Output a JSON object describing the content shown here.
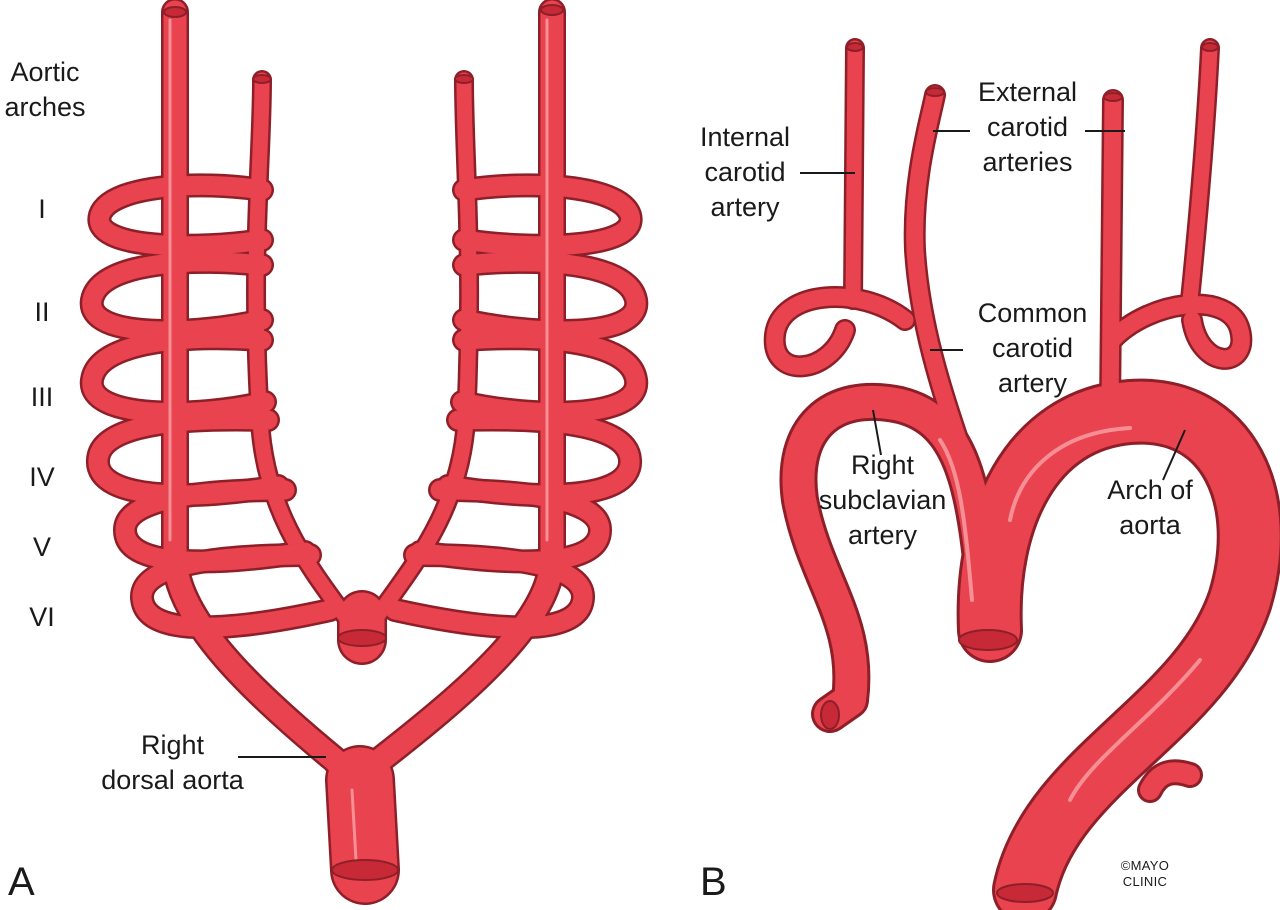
{
  "panel_a": {
    "letter": "A",
    "title_line1": "Aortic",
    "title_line2": "arches",
    "arches": [
      "I",
      "II",
      "III",
      "IV",
      "V",
      "VI"
    ],
    "dorsal_aorta_line1": "Right",
    "dorsal_aorta_line2": "dorsal aorta"
  },
  "panel_b": {
    "letter": "B",
    "internal_carotid": [
      "Internal",
      "carotid",
      "artery"
    ],
    "external_carotid": [
      "External",
      "carotid",
      "arteries"
    ],
    "common_carotid": [
      "Common",
      "carotid",
      "artery"
    ],
    "right_subclavian": [
      "Right",
      "subclavian",
      "artery"
    ],
    "arch_of_aorta": [
      "Arch of",
      "aorta"
    ],
    "copyright_line1": "©MAYO",
    "copyright_line2": "CLINIC"
  },
  "colors": {
    "vessel": "#e8434e",
    "vessel_edge": "#8e1f29",
    "highlight": "#f7a3a8",
    "lumen": "#c72a36"
  }
}
